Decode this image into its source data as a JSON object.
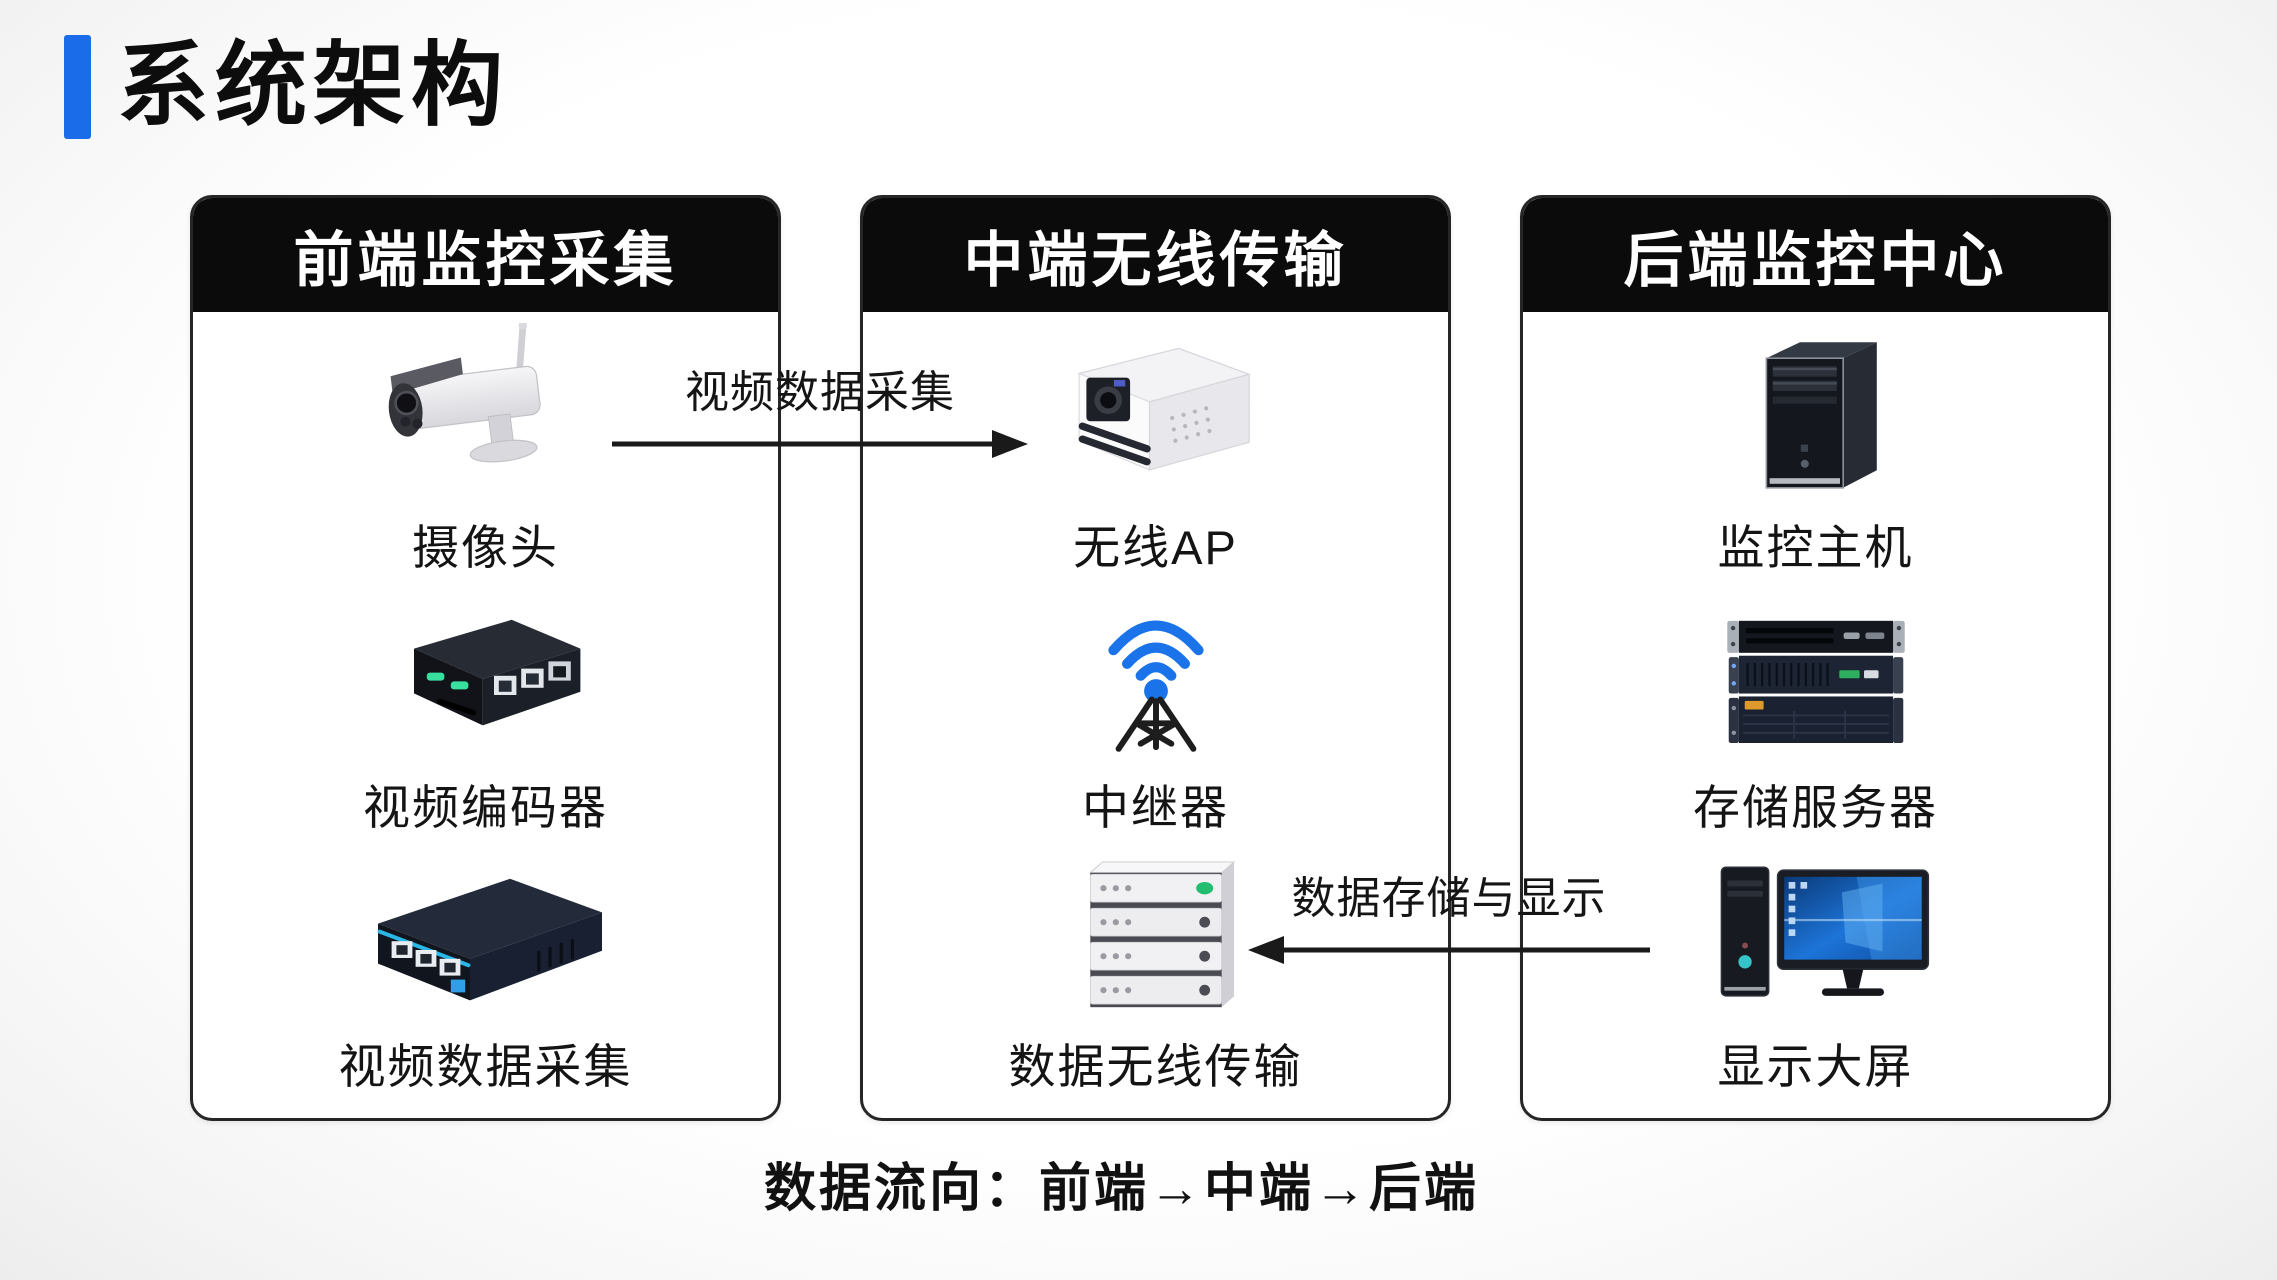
{
  "title": {
    "text": "系统架构"
  },
  "columns": [
    {
      "header": "前端监控采集",
      "items": [
        {
          "label": "摄像头",
          "icon": "camera-icon"
        },
        {
          "label": "视频编码器",
          "icon": "video-encoder-icon"
        },
        {
          "label": "视频数据采集",
          "icon": "network-switch-icon"
        }
      ]
    },
    {
      "header": "中端无线传输",
      "items": [
        {
          "label": "无线AP",
          "icon": "wireless-ap-icon"
        },
        {
          "label": "中继器",
          "icon": "repeater-tower-icon"
        },
        {
          "label": "数据无线传输",
          "icon": "server-stack-icon"
        }
      ]
    },
    {
      "header": "后端监控中心",
      "items": [
        {
          "label": "监控主机",
          "icon": "tower-server-icon"
        },
        {
          "label": "存储服务器",
          "icon": "storage-rack-icon"
        },
        {
          "label": "显示大屏",
          "icon": "desktop-monitor-icon"
        }
      ]
    }
  ],
  "arrows": [
    {
      "label": "视频数据采集",
      "direction": "right",
      "from": "摄像头",
      "to": "无线AP"
    },
    {
      "label": "数据存储与显示",
      "direction": "left",
      "from": "显示大屏",
      "to": "数据无线传输"
    }
  ],
  "footer": {
    "text": "数据流向：前端→中端→后端"
  },
  "colors": {
    "accent_blue": "#1b6ce9",
    "wifi_blue": "#1a73e8",
    "header_bg": "#0b0b0b",
    "column_border": "#262626",
    "arrow_color": "#1a1a1a",
    "led_green": "#2fc47e"
  }
}
